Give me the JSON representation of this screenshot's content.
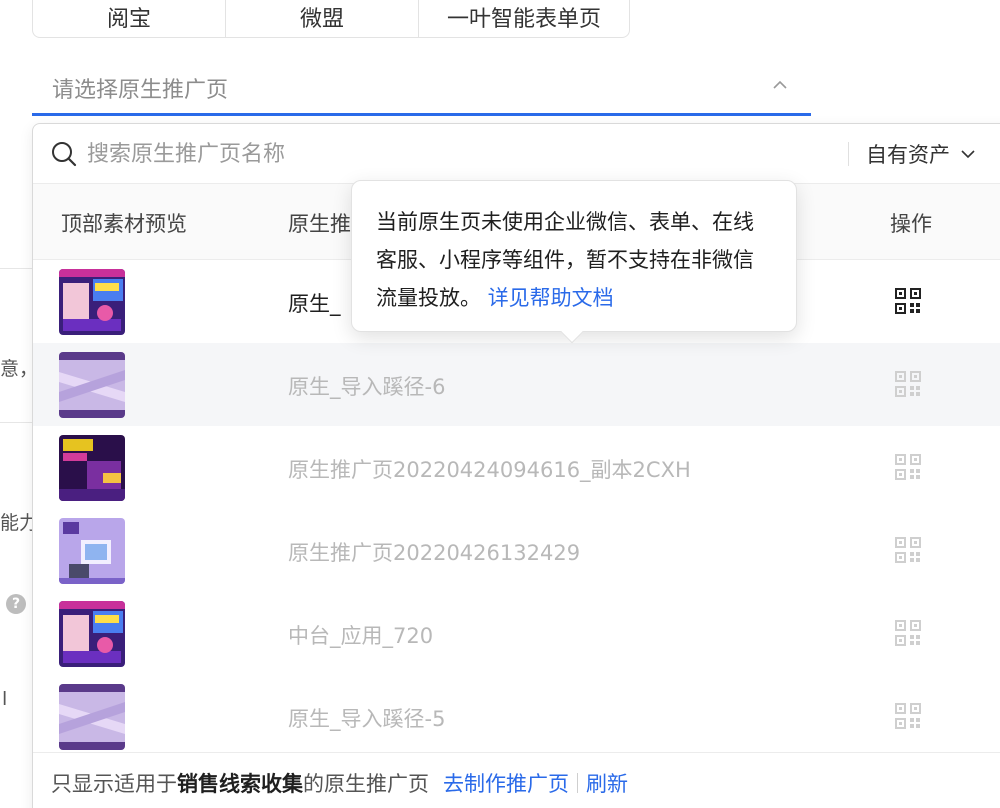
{
  "tabs": [
    {
      "label": "阅宝"
    },
    {
      "label": "微盟"
    },
    {
      "label": "一叶智能表单页"
    }
  ],
  "select": {
    "placeholder": "请选择原生推广页"
  },
  "edge": {
    "text1": "意，",
    "text2": "能力",
    "text3": "l",
    "help": "?"
  },
  "search": {
    "placeholder": "搜索原生推广页名称"
  },
  "asset_filter": {
    "label": "自有资产"
  },
  "table": {
    "columns": [
      "顶部素材预览",
      "原生推",
      "操作"
    ],
    "rows": [
      {
        "name": "原生_",
        "state": "active"
      },
      {
        "name": "原生_导入蹊径-6",
        "state": "disabled"
      },
      {
        "name": "原生推广页20220424094616_副本2CXH",
        "state": "disabled"
      },
      {
        "name": "原生推广页20220426132429",
        "state": "disabled"
      },
      {
        "name": "中台_应用_720",
        "state": "disabled"
      },
      {
        "name": "原生_导入蹊径-5",
        "state": "disabled"
      }
    ]
  },
  "tooltip": {
    "text": "当前原生页未使用企业微信、表单、在线客服、小程序等组件，暂不支持在非微信流量投放。",
    "link": "详见帮助文档"
  },
  "footer": {
    "prefix": "只显示适用于",
    "bold": "销售线索收集",
    "suffix": "的原生推广页",
    "create_link": "去制作推广页",
    "refresh_link": "刷新"
  },
  "colors": {
    "accent": "#2a6ae9",
    "highlight_row": "#f5f6f8",
    "disabled_text": "#b8b8b8"
  }
}
